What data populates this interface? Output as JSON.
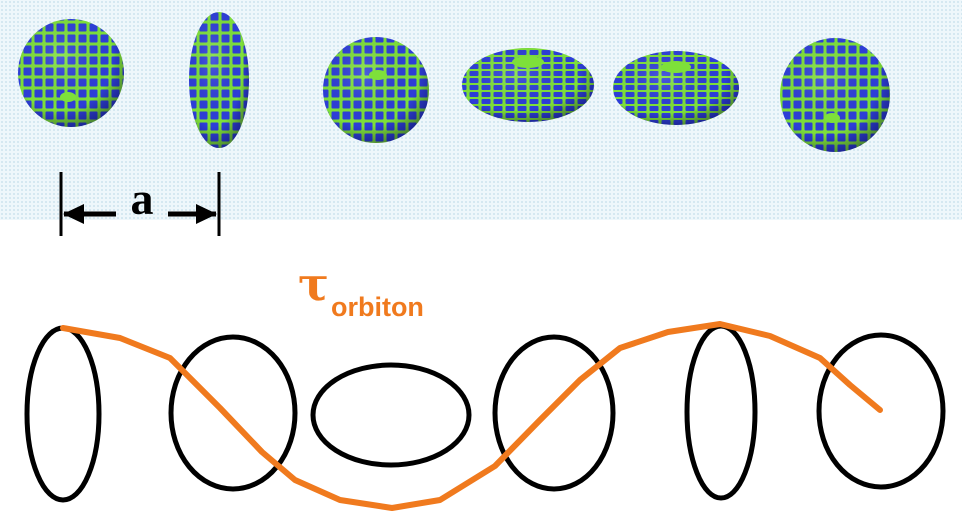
{
  "lattice_label": "a",
  "tau": {
    "symbol": "τ",
    "subscript": "orbiton"
  },
  "colors": {
    "orbital_blue": "#2d3ed8",
    "orbital_green": "#7ee03a",
    "outline": "#000000",
    "orbiton_path": "#f07a1e",
    "tau_text": "#f07a1e",
    "background_band": "#eef7fb"
  },
  "orbital_shapes": [
    "sphere",
    "prolate-vertical",
    "sphere",
    "oblate-flat",
    "oblate-flat",
    "sphere"
  ],
  "outline_shapes": [
    "tall-ellipse",
    "round-ellipse",
    "wide-ellipse",
    "round-ellipse",
    "tall-ellipse",
    "round-ellipse"
  ]
}
